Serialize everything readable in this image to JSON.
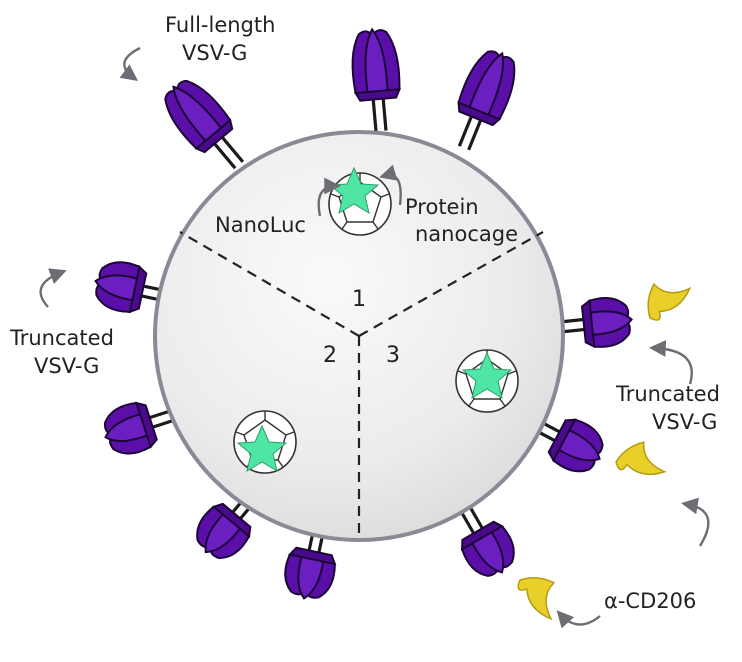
{
  "labels": {
    "full_length_l1": "Full-length",
    "full_length_l2": "VSV-G",
    "truncated_left_l1": "Truncated",
    "truncated_left_l2": "VSV-G",
    "truncated_right_l1": "Truncated",
    "truncated_right_l2": "VSV-G",
    "nanoluc": "NanoLuc",
    "protein_l1": "Protein",
    "protein_l2": "nanocage",
    "alpha_cd206": "α-CD206"
  },
  "sections": {
    "s1": "1",
    "s2": "2",
    "s3": "3"
  },
  "colors": {
    "glycoprotein": "#5a0fa8",
    "glycoprotein_dark": "#2a0750",
    "antibody": "#e8cf2a",
    "nanoluc_star": "#4fe6a5",
    "particle_fill": "#eeecec",
    "particle_edge": "#8c8896",
    "arrow": "#6f6c75"
  }
}
